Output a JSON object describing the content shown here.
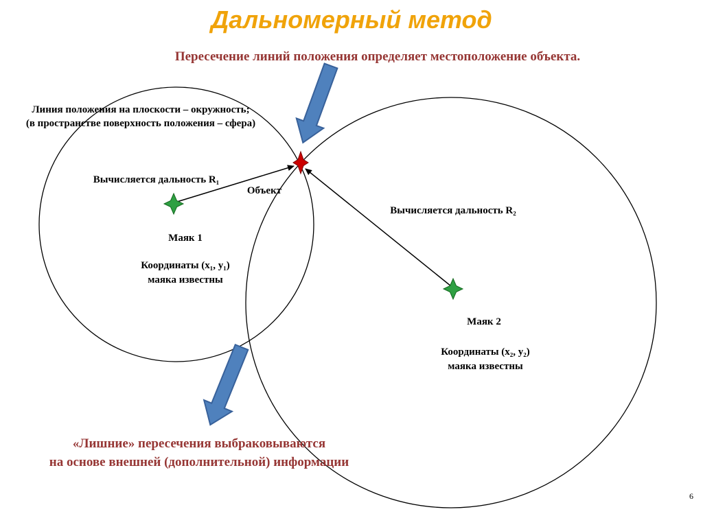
{
  "slide": {
    "title": "Дальномерный метод",
    "subtitle": "Пересечение линий положения определяет местоположение объекта.",
    "page_number": "6"
  },
  "diagram": {
    "info_block": {
      "line1": "Линия положения на плоскости – окружность;",
      "line2": "(в пространстве поверхность положения – сфера)"
    },
    "object": {
      "label": "Объект"
    },
    "beacon1": {
      "range_label": "Вычисляется дальность R₁",
      "name": "Маяк 1",
      "coords_line1": "Координаты (x₁, y₁)",
      "coords_line2": "маяка известны"
    },
    "beacon2": {
      "range_label": "Вычисляется дальность R₂",
      "name": "Маяк 2",
      "coords_line1": "Координаты (x₂, y₂)",
      "coords_line2": "маяка известны"
    },
    "bottom_note": {
      "line1": "«Лишние» пересечения выбраковываются",
      "line2": "на основе внешней (дополнительной) информации"
    }
  },
  "colors": {
    "title_text": "#F0A30A",
    "accent_text": "#963634",
    "line_color": "#000000",
    "object_star": "#CC0000",
    "object_star_stroke": "#7F0000",
    "beacon_star": "#2FA043",
    "beacon_star_stroke": "#14691F",
    "pointer_arrow_fill": "#4F81BD",
    "pointer_arrow_stroke": "#38619A"
  }
}
